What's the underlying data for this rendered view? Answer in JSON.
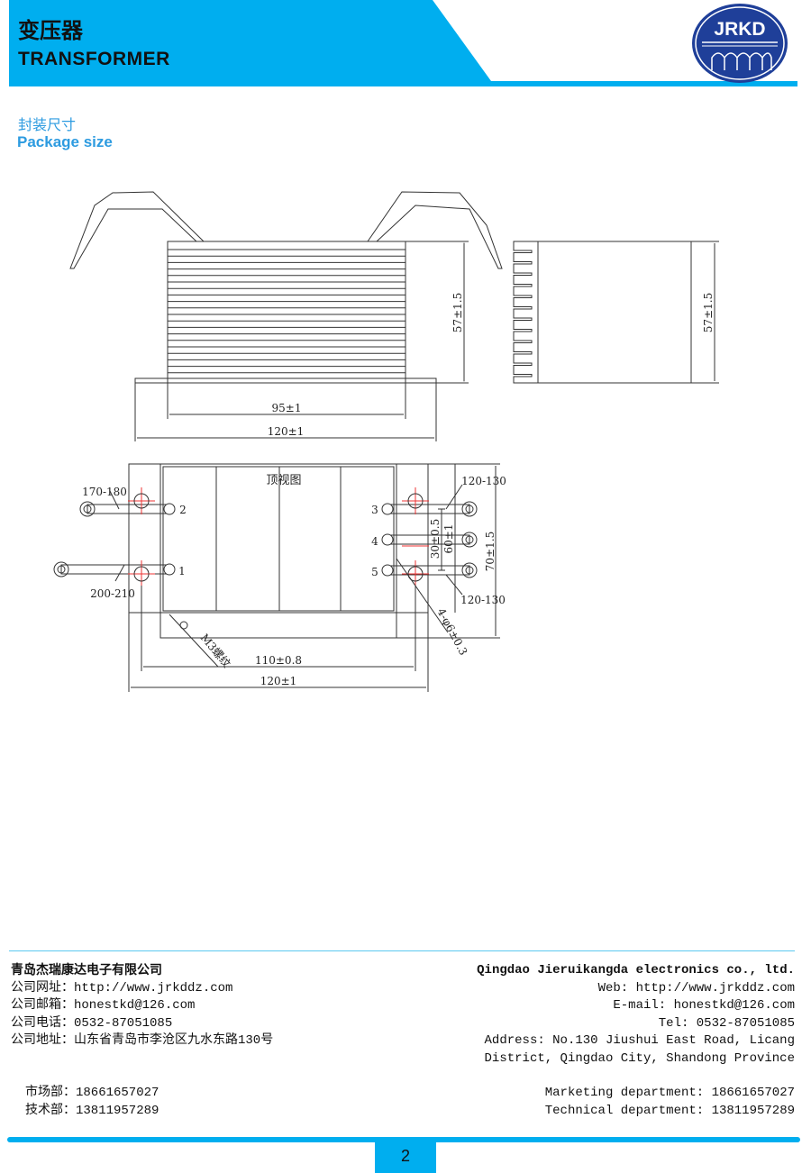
{
  "header": {
    "title_cn": "变压器",
    "title_en": "TRANSFORMER",
    "logo_text": "JRKD",
    "brand_color": "#00aeef",
    "logo_color": "#1f3f99"
  },
  "section": {
    "title_cn": "封装尺寸",
    "title_en": "Package size"
  },
  "drawing": {
    "front_height": "57±1.5",
    "side_height": "57±1.5",
    "front_body_width": "95±1",
    "front_total_width": "120±1",
    "top_view_label": "顶视图",
    "lead_2_length": "170-180",
    "lead_1_length": "200-210",
    "lead_3_length": "120-130",
    "lead_5_length": "120-130",
    "pin_labels": [
      "1",
      "2",
      "3",
      "4",
      "5"
    ],
    "pin_spacing_30": "30±0.5",
    "pin_spacing_60": "60±1",
    "depth": "70±1.5",
    "hole_spacing": "110±0.8",
    "top_total_width": "120±1",
    "thread": "M3螺纹",
    "holes": "4-φ6±0.3"
  },
  "footer": {
    "company_cn": "青岛杰瑞康达电子有限公司",
    "web_cn": "公司网址：http://www.jrkddz.com",
    "email_cn": "公司邮箱：honestkd@126.com",
    "tel_cn": "公司电话：0532-87051085",
    "address_cn": "公司地址：山东省青岛市李沧区九水东路130号",
    "company_en": "Qingdao Jieruikangda electronics co., ltd.",
    "web_en": "Web: http://www.jrkddz.com",
    "email_en": "E-mail: honestkd@126.com",
    "tel_en": "Tel: 0532-87051085",
    "address_en_1": "Address: No.130 Jiushui East Road, Licang",
    "address_en_2": "District, Qingdao City, Shandong Province",
    "marketing_cn": "市场部：18661657027",
    "technical_cn": "技术部：13811957289",
    "marketing_en": "Marketing department: 18661657027",
    "technical_en": "Technical department: 13811957289",
    "page_number": "2"
  }
}
